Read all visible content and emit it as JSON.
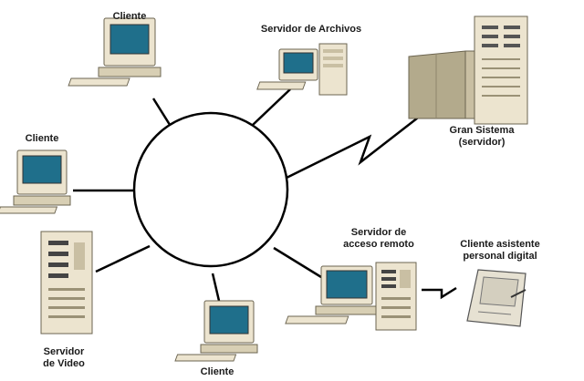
{
  "diagram": {
    "nodes": {
      "cliente_top": {
        "label": "Cliente",
        "icon": "desktop-computer-icon"
      },
      "cliente_left": {
        "label": "Cliente",
        "icon": "desktop-computer-icon"
      },
      "cliente_bottom": {
        "label": "Cliente",
        "icon": "desktop-computer-icon"
      },
      "servidor_archivos": {
        "label": "Servidor de Archivos",
        "icon": "file-server-icon"
      },
      "gran_sistema": {
        "label_line1": "Gran Sistema",
        "label_line2": "(servidor)",
        "icon": "mainframe-icon"
      },
      "servidor_video": {
        "label_line1": "Servidor",
        "label_line2": "de Video",
        "icon": "tower-server-icon"
      },
      "servidor_acceso": {
        "label_line1": "Servidor de",
        "label_line2": "acceso remoto",
        "icon": "remote-access-server-icon"
      },
      "cliente_pda": {
        "label_line1": "Cliente asistente",
        "label_line2": "personal digital",
        "icon": "pda-icon"
      }
    },
    "colors": {
      "screen": "#1f6f8b",
      "beige": "#ece4cf",
      "beige_shade": "#c9bfa3",
      "line": "#000000",
      "mainframe": "#b3aa8c"
    }
  }
}
